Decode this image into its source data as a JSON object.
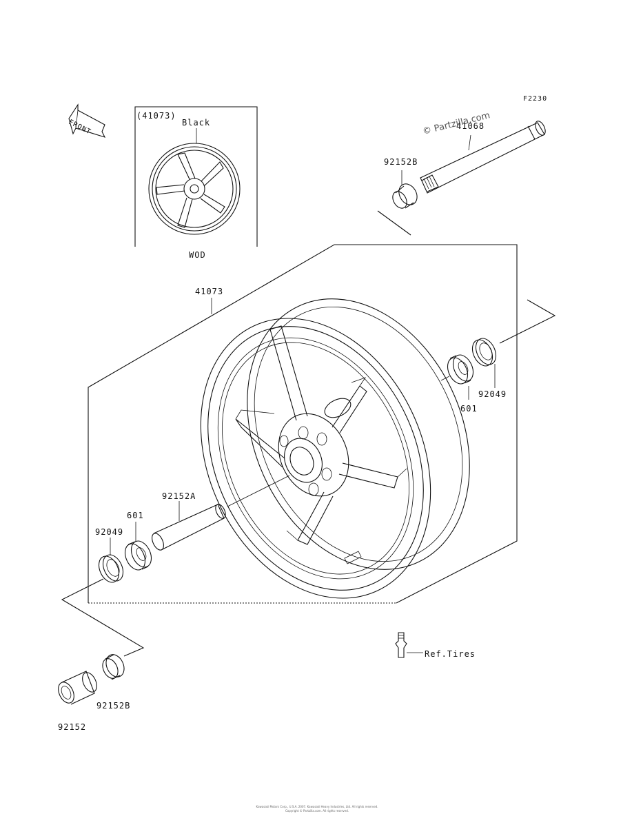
{
  "diagram": {
    "figure_code": "F2230",
    "watermark": "© Partzilla.com",
    "front_label": "FRONT",
    "inset": {
      "part_ref": "(41073)",
      "color_note": "Black",
      "variant": "WOD"
    },
    "callouts": {
      "wheel_main": "41073",
      "axle": "41068",
      "collar_b_top": "92152B",
      "seal_right": "92049",
      "bearing_right": "601",
      "collar_a": "92152A",
      "bearing_left": "601",
      "seal_left": "92049",
      "collar_b_bottom": "92152B",
      "collar_bottom": "92152",
      "valve": "Ref.Tires"
    },
    "footer": {
      "line1": "Kawasaki Motors Corp., U.S.A. 2007. Kawasaki Heavy Industries, Ltd. All rights reserved.",
      "line2": "Copyright © Partzilla.com. All rights reserved."
    }
  }
}
